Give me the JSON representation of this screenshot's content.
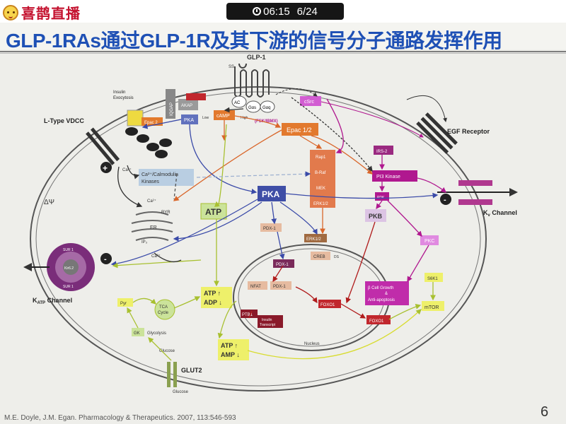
{
  "header": {
    "logo_text": "喜鹊直播",
    "timer": "06:15",
    "slide_counter": "6/24"
  },
  "slide": {
    "title": "GLP-1RAs通过GLP-1R及其下游的信号分子通路发挥作用",
    "citation": "M.E. Doyle, J.M. Egan. Pharmacology & Therapeutics. 2007, 113:546-593",
    "page_number": "6"
  },
  "diagram": {
    "glp1": "GLP-1",
    "insulin_exo_1": "Insulin",
    "insulin_exo_2": "Exocytosis",
    "l_type": "L-Type VDCC",
    "egf": "EGF Receptor",
    "iqgap": "IQGAP",
    "akap": "AKAP",
    "pka_small": "PKA",
    "camp": "cAMP",
    "low": "Low",
    "high": "High",
    "ac": "AC",
    "gas": "Gαs",
    "gaq": "Gαq",
    "csrc": "cSrc",
    "fsk": "(FSK/IBMX)",
    "epac_small": "Epac 2",
    "epac12": "Epac 1/2",
    "rap1": "Rap1",
    "braf": "B-Raf",
    "mek": "MEK",
    "erk_stack": "ERK1/2",
    "irs2": "IRS-2",
    "pi3k": "PI3 Kinase",
    "pdk": "PDK",
    "pkb": "PKB",
    "pkc": "PKC",
    "kv_k": "K",
    "kv_v": "v",
    "kv_channel": " Channel",
    "ca_calmod_1": "Ca²⁺/Calmodulin",
    "ca_calmod_2": "Kinases",
    "ca2": "Ca²⁺",
    "ca2b": "Ca²⁺",
    "ca2c": "Ca²⁺",
    "pka_big": "PKA",
    "atp_big": "ATP",
    "ryr": "RYR",
    "er": "ER",
    "ip3": "IP₃",
    "delta_psi": "ΔΨ",
    "sur1": "SUR 1",
    "sur1b": "SUR 1",
    "kir": "Kir6.2",
    "katp_k": "K",
    "katp_sub": "ATP",
    "katp_label": " Channel",
    "pdx1_a": "PDX-1",
    "erk_nuc": "ERK1/2",
    "creb": "CREB",
    "ds": "DS",
    "pdx1_b": "PDX-1",
    "nfat": "NFAT",
    "pdx1_c": "PDX-1",
    "foxo1_a": "FOXO1",
    "foxo1_b": "FOXO1",
    "ptb1": "PTB1",
    "insulin_transcript_1": "Insulin",
    "insulin_transcript_2": "Transcript",
    "nucleus": "Nucleus",
    "beta_cell_1": "β Cell Growth",
    "beta_cell_2": "&",
    "beta_cell_3": "Anti-apoptosis",
    "s6k1": "S6K1",
    "mtor": "mTOR",
    "pyr": "Pyr",
    "tca_1": "TCA",
    "tca_2": "Cycle",
    "gk": "GK",
    "glycolysis": "Glycolysis",
    "glucose_top": "Glucose",
    "glucose_bottom": "Glucose",
    "glut2": "GLUT2",
    "atp_adp_1": "ATP ↑",
    "atp_adp_2": "ADP ↓",
    "atp_amp_1": "ATP ↑",
    "atp_amp_2": "AMP ↓",
    "plus": "+",
    "minus": "-",
    "minus2": "-"
  }
}
